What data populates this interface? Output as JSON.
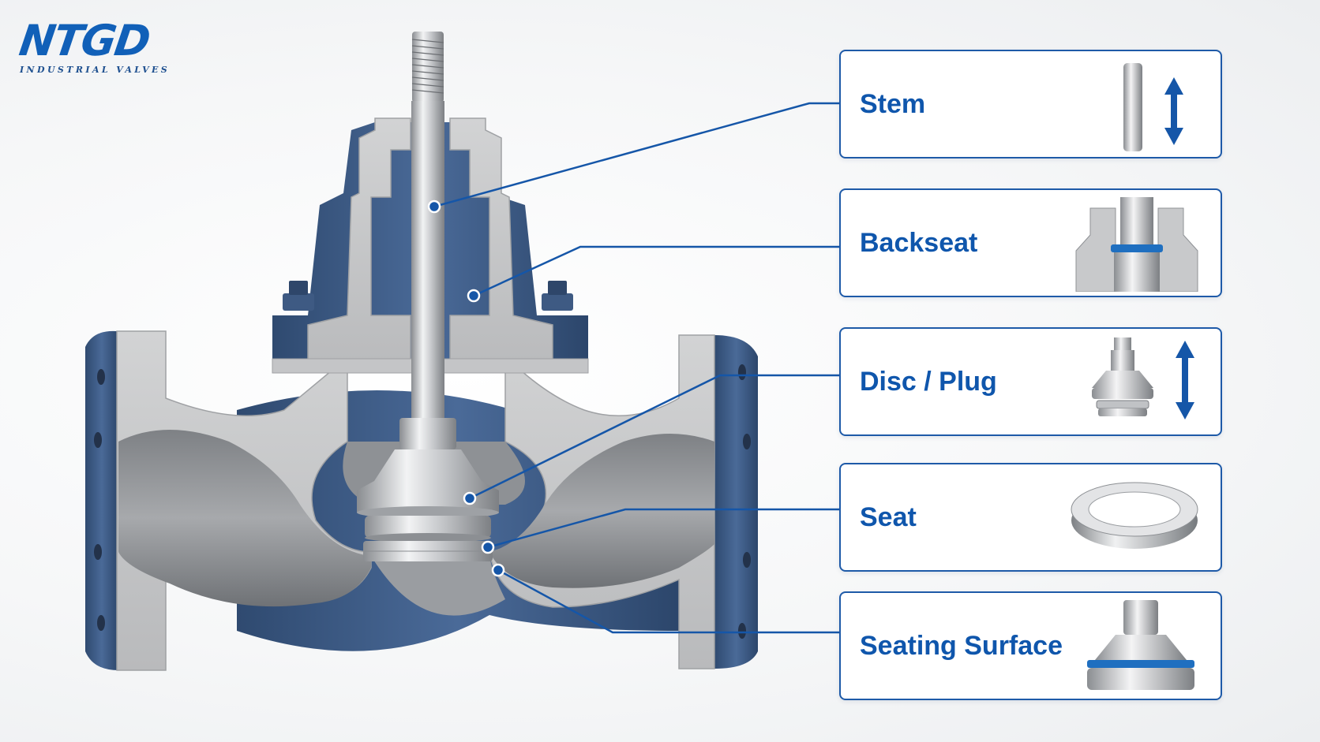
{
  "logo": {
    "mark": "NTGD",
    "subtitle": "INDUSTRIAL VALVES"
  },
  "parts": [
    {
      "id": "stem",
      "label": "Stem",
      "icon": "stem-rod-icon",
      "motion": "up-down-arrow-icon"
    },
    {
      "id": "backseat",
      "label": "Backseat",
      "icon": "backseat-cutaway-icon"
    },
    {
      "id": "disc-plug",
      "label": "Disc / Plug",
      "icon": "disc-plug-icon",
      "motion": "up-down-arrow-icon"
    },
    {
      "id": "seat",
      "label": "Seat",
      "icon": "seat-ring-icon"
    },
    {
      "id": "seating-surface",
      "label": "Seating Surface",
      "icon": "seating-surface-icon"
    }
  ],
  "colors": {
    "accent": "#0f56ac",
    "card_border": "#1e5aa8",
    "body_paint": "#3f5f8c",
    "cut_metal": "#c9c9c9",
    "seal_ring": "#1f6fc0"
  }
}
